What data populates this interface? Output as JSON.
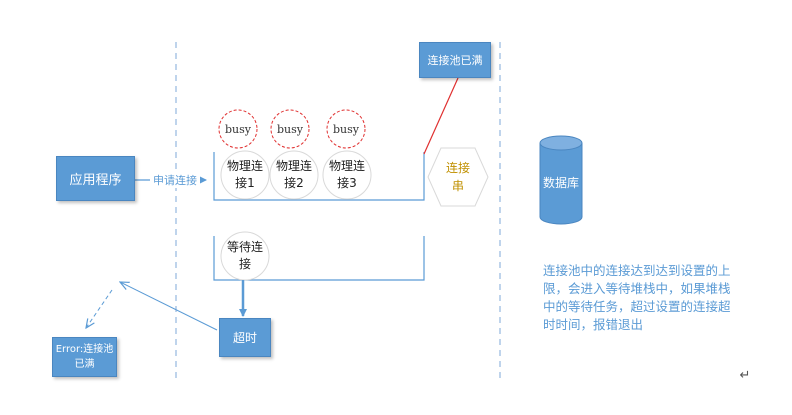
{
  "app": {
    "label": "应用程序"
  },
  "request": {
    "label": "申请连接"
  },
  "pool_full": {
    "label": "连接池已满"
  },
  "busy": [
    "busy",
    "busy",
    "busy"
  ],
  "physical": [
    {
      "line1": "物理连",
      "line2": "接1"
    },
    {
      "line1": "物理连",
      "line2": "接2"
    },
    {
      "line1": "物理连",
      "line2": "接3"
    }
  ],
  "conn_string": {
    "line1": "连接",
    "line2": "串"
  },
  "database": {
    "label": "数据库"
  },
  "waiting": {
    "line1": "等待连",
    "line2": "接"
  },
  "timeout": {
    "label": "超时"
  },
  "error": {
    "line1": "Error:连接池",
    "line2": "已满"
  },
  "note": {
    "text": "连接池中的连接达到达到设置的上限，会进入等待堆栈中，如果堆栈中的等待任务，超过设置的连接超时时间，报错退出"
  },
  "return_mark": "↵",
  "colors": {
    "blue": "#5b9bd5",
    "red": "#e03030",
    "orange": "#c09000",
    "dash": "#7fa8d8"
  }
}
